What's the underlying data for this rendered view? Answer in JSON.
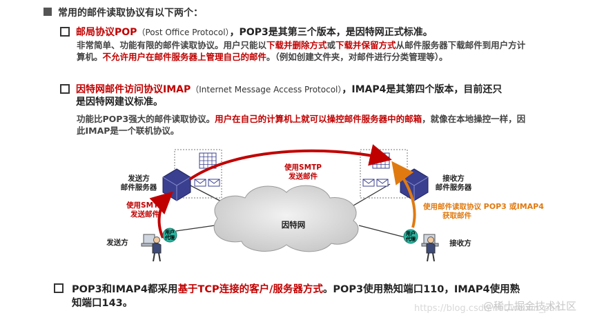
{
  "header": {
    "title": "常用的邮件读取协议有以下两个："
  },
  "pop": {
    "name": "邮局协议POP",
    "english": "（Post Office Protocol）",
    "rest": "，POP3是其第三个版本，是因特网正式标准。",
    "para": {
      "p1": "非常简单、功能有限的邮件读取协议。用户只能以",
      "r1": "下载并删除方式",
      "p2": "或",
      "r2": "下载并保留方式",
      "p3": "从邮件服务器下载邮件到用户方计算机。",
      "r3": "不允许用户在邮件服务器上管理自己的邮件",
      "p4": "。（例如创建文件夹，对邮件进行分类管理等）。"
    }
  },
  "imap": {
    "name": "因特网邮件访问协议IMAP",
    "english": "（Internet Message Access Protocol）",
    "rest1": "，IMAP4是其第四个版本，目前还只",
    "rest2": "是因特网建议标准。",
    "para": {
      "p1": "功能比POP3强大的邮件读取协议。",
      "r1": "用户在自己的计算机上就可以操控邮件服务器中的邮箱",
      "p2": "，就像在本地操控一样，因此IMAP是一个联机协议。"
    }
  },
  "diagram": {
    "sender_server": {
      "line1": "发送方",
      "line2": "邮件服务器"
    },
    "receiver_server": {
      "line1": "接收方",
      "line2": "邮件服务器"
    },
    "smtp_top": {
      "line1": "使用SMTP",
      "line2": "发送邮件"
    },
    "smtp_left": {
      "line1": "使用SMTP",
      "line2": "发送邮件"
    },
    "read_protocol": {
      "line1": "使用邮件读取协议",
      "protocols": "POP3 或IMAP4",
      "line2": "获取邮件"
    },
    "internet": "因特网",
    "sender": "发送方",
    "receiver": "接收方",
    "user_agent": {
      "line1": "用户",
      "line2": "代理"
    },
    "colors": {
      "red": "#c00000",
      "orange": "#e07a10",
      "server": "#3a3f8f",
      "cloud": "#d9d9d9",
      "agent": "#2bb5a0"
    }
  },
  "footer": {
    "p1": "POP3和IMAP4都采用",
    "r1": "基于TCP连接的客户/服务器方式",
    "p2": "。POP3使用熟知端口110，IMAP4使用熟",
    "p3": "知端口143。"
  },
  "watermark": {
    "blog": "https://blog.csdn.net/weixin_pan",
    "brand": "@稀土掘金技术社区"
  }
}
